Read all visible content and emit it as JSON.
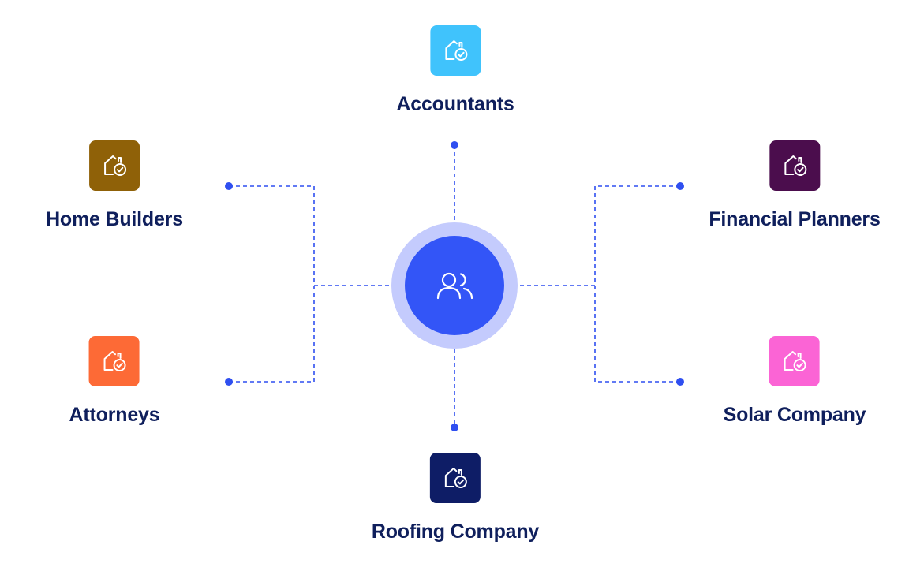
{
  "hub": {
    "icon": "users-icon",
    "outer_color": "#c4cbfd",
    "inner_color": "#3355f7"
  },
  "connector_color": "#2f4ff0",
  "nodes": [
    {
      "id": "accountants",
      "label": "Accountants",
      "icon": "house-check-icon",
      "color": "#40c3fc"
    },
    {
      "id": "home-builders",
      "label": "Home Builders",
      "icon": "house-check-icon",
      "color": "#8f6108"
    },
    {
      "id": "attorneys",
      "label": "Attorneys",
      "icon": "house-check-icon",
      "color": "#fd6a36"
    },
    {
      "id": "financial-planners",
      "label": "Financial Planners",
      "icon": "house-check-icon",
      "color": "#4b0d4d"
    },
    {
      "id": "solar-company",
      "label": "Solar Company",
      "icon": "house-check-icon",
      "color": "#fb64d5"
    },
    {
      "id": "roofing-company",
      "label": "Roofing Company",
      "icon": "house-check-icon",
      "color": "#0e1d66"
    }
  ]
}
